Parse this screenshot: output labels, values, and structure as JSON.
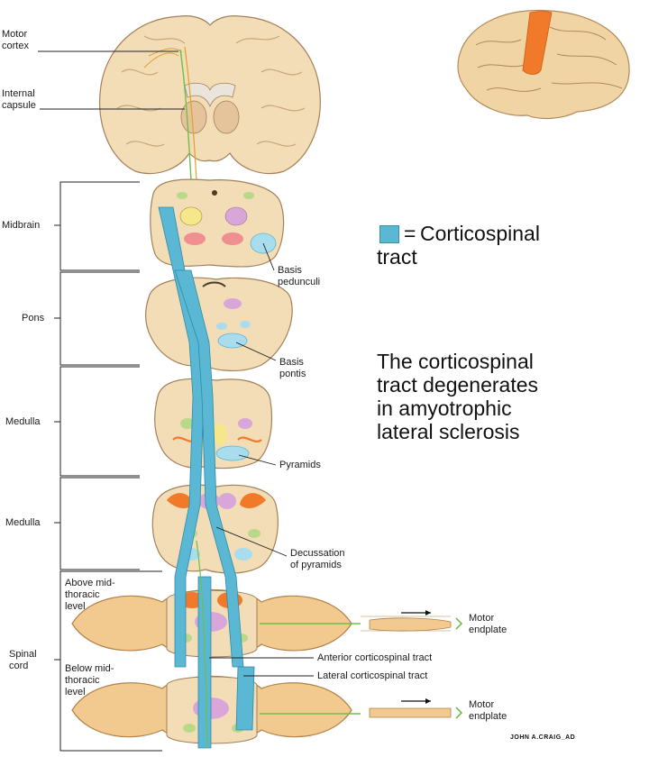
{
  "legend": {
    "symbol": "=",
    "label": "Corticospinal\ntract",
    "swatch_color": "#5bb8d4"
  },
  "caption": "The corticospinal\ntract degenerates\nin amyotrophic\nlateral sclerosis",
  "left_labels": {
    "motor_cortex": "Motor\ncortex",
    "internal_capsule": "Internal\ncapsule",
    "midbrain": "Midbrain",
    "pons": "Pons",
    "medulla_upper": "Medulla",
    "medulla_lower": "Medulla",
    "spinal_cord": "Spinal\ncord",
    "above_mid_thoracic": "Above mid-\nthoracic\nlevel",
    "below_mid_thoracic": "Below mid-\nthoracic\nlevel"
  },
  "right_labels": {
    "basis_pedunculi": "Basis\npedunculi",
    "basis_pontis": "Basis\npontis",
    "pyramids": "Pyramids",
    "decussation": "Decussation\nof pyramids",
    "anterior_tract": "Anterior corticospinal tract",
    "lateral_tract": "Lateral corticospinal tract",
    "motor_endplate_1": "Motor\nendplate",
    "motor_endplate_2": "Motor\nendplate"
  },
  "signature": "JOHN A.CRAIG_AD",
  "colors": {
    "tract": "#5bb8d4",
    "tissue": "#f3ddb6",
    "brain_highlight": "#f07a2a",
    "nerve": "#f2c98e"
  }
}
